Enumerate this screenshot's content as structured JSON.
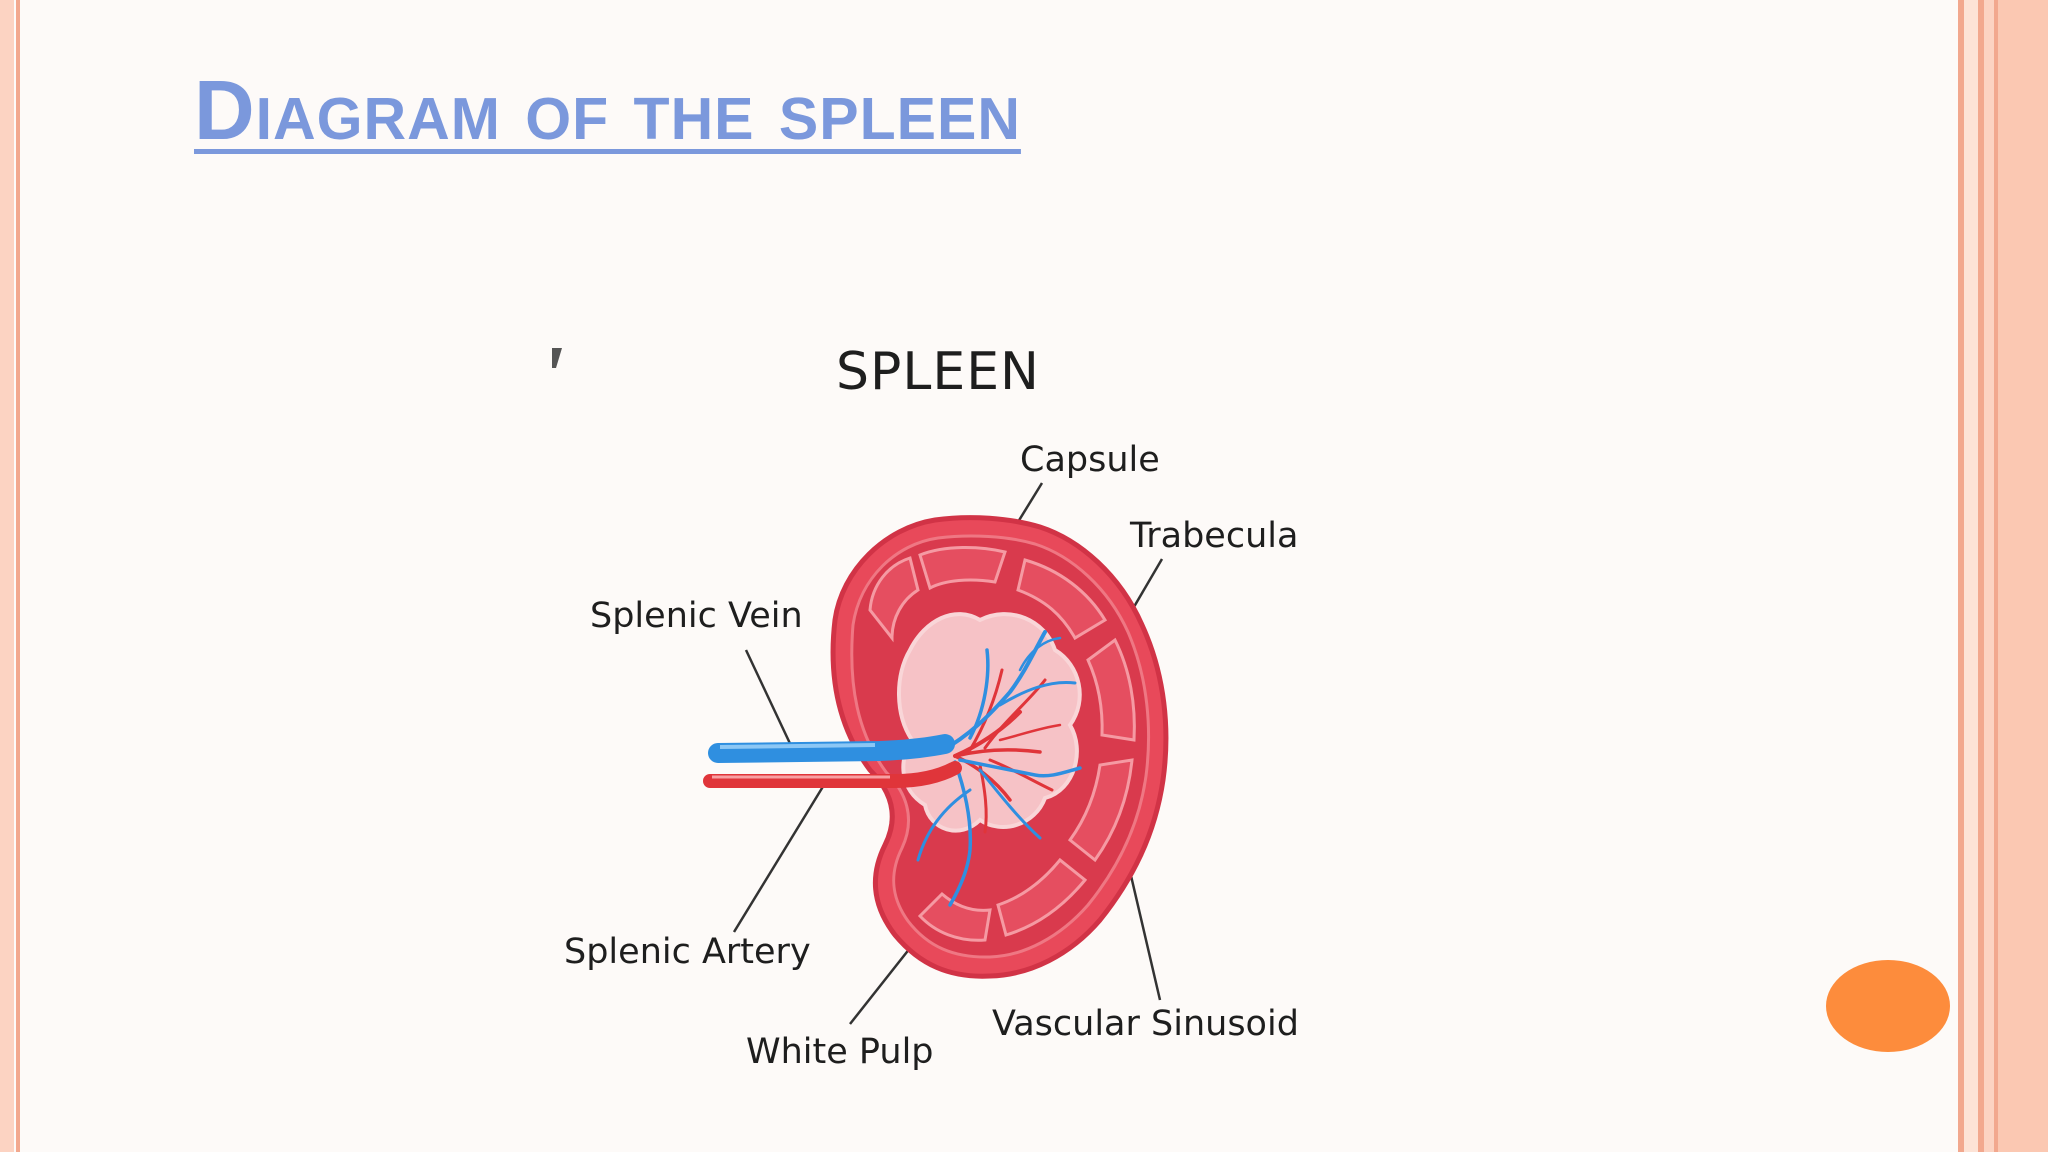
{
  "slide": {
    "title": "Diagram of the spleen",
    "accent_color": "#7b98dc",
    "nav_button_color": "#fd8c3c"
  },
  "diagram": {
    "title": "SPLEEN",
    "labels": {
      "capsule": "Capsule",
      "trabecula": "Trabecula",
      "splenic_vein": "Splenic Vein",
      "splenic_artery": "Splenic Artery",
      "white_pulp": "White Pulp",
      "vascular_sinusoid": "Vascular Sinusoid"
    },
    "colors": {
      "organ": "#e8495a",
      "organ_outline": "#d13346",
      "pulp": "#f6c2c6",
      "vein": "#2f8fe0",
      "artery": "#e0353a"
    }
  }
}
